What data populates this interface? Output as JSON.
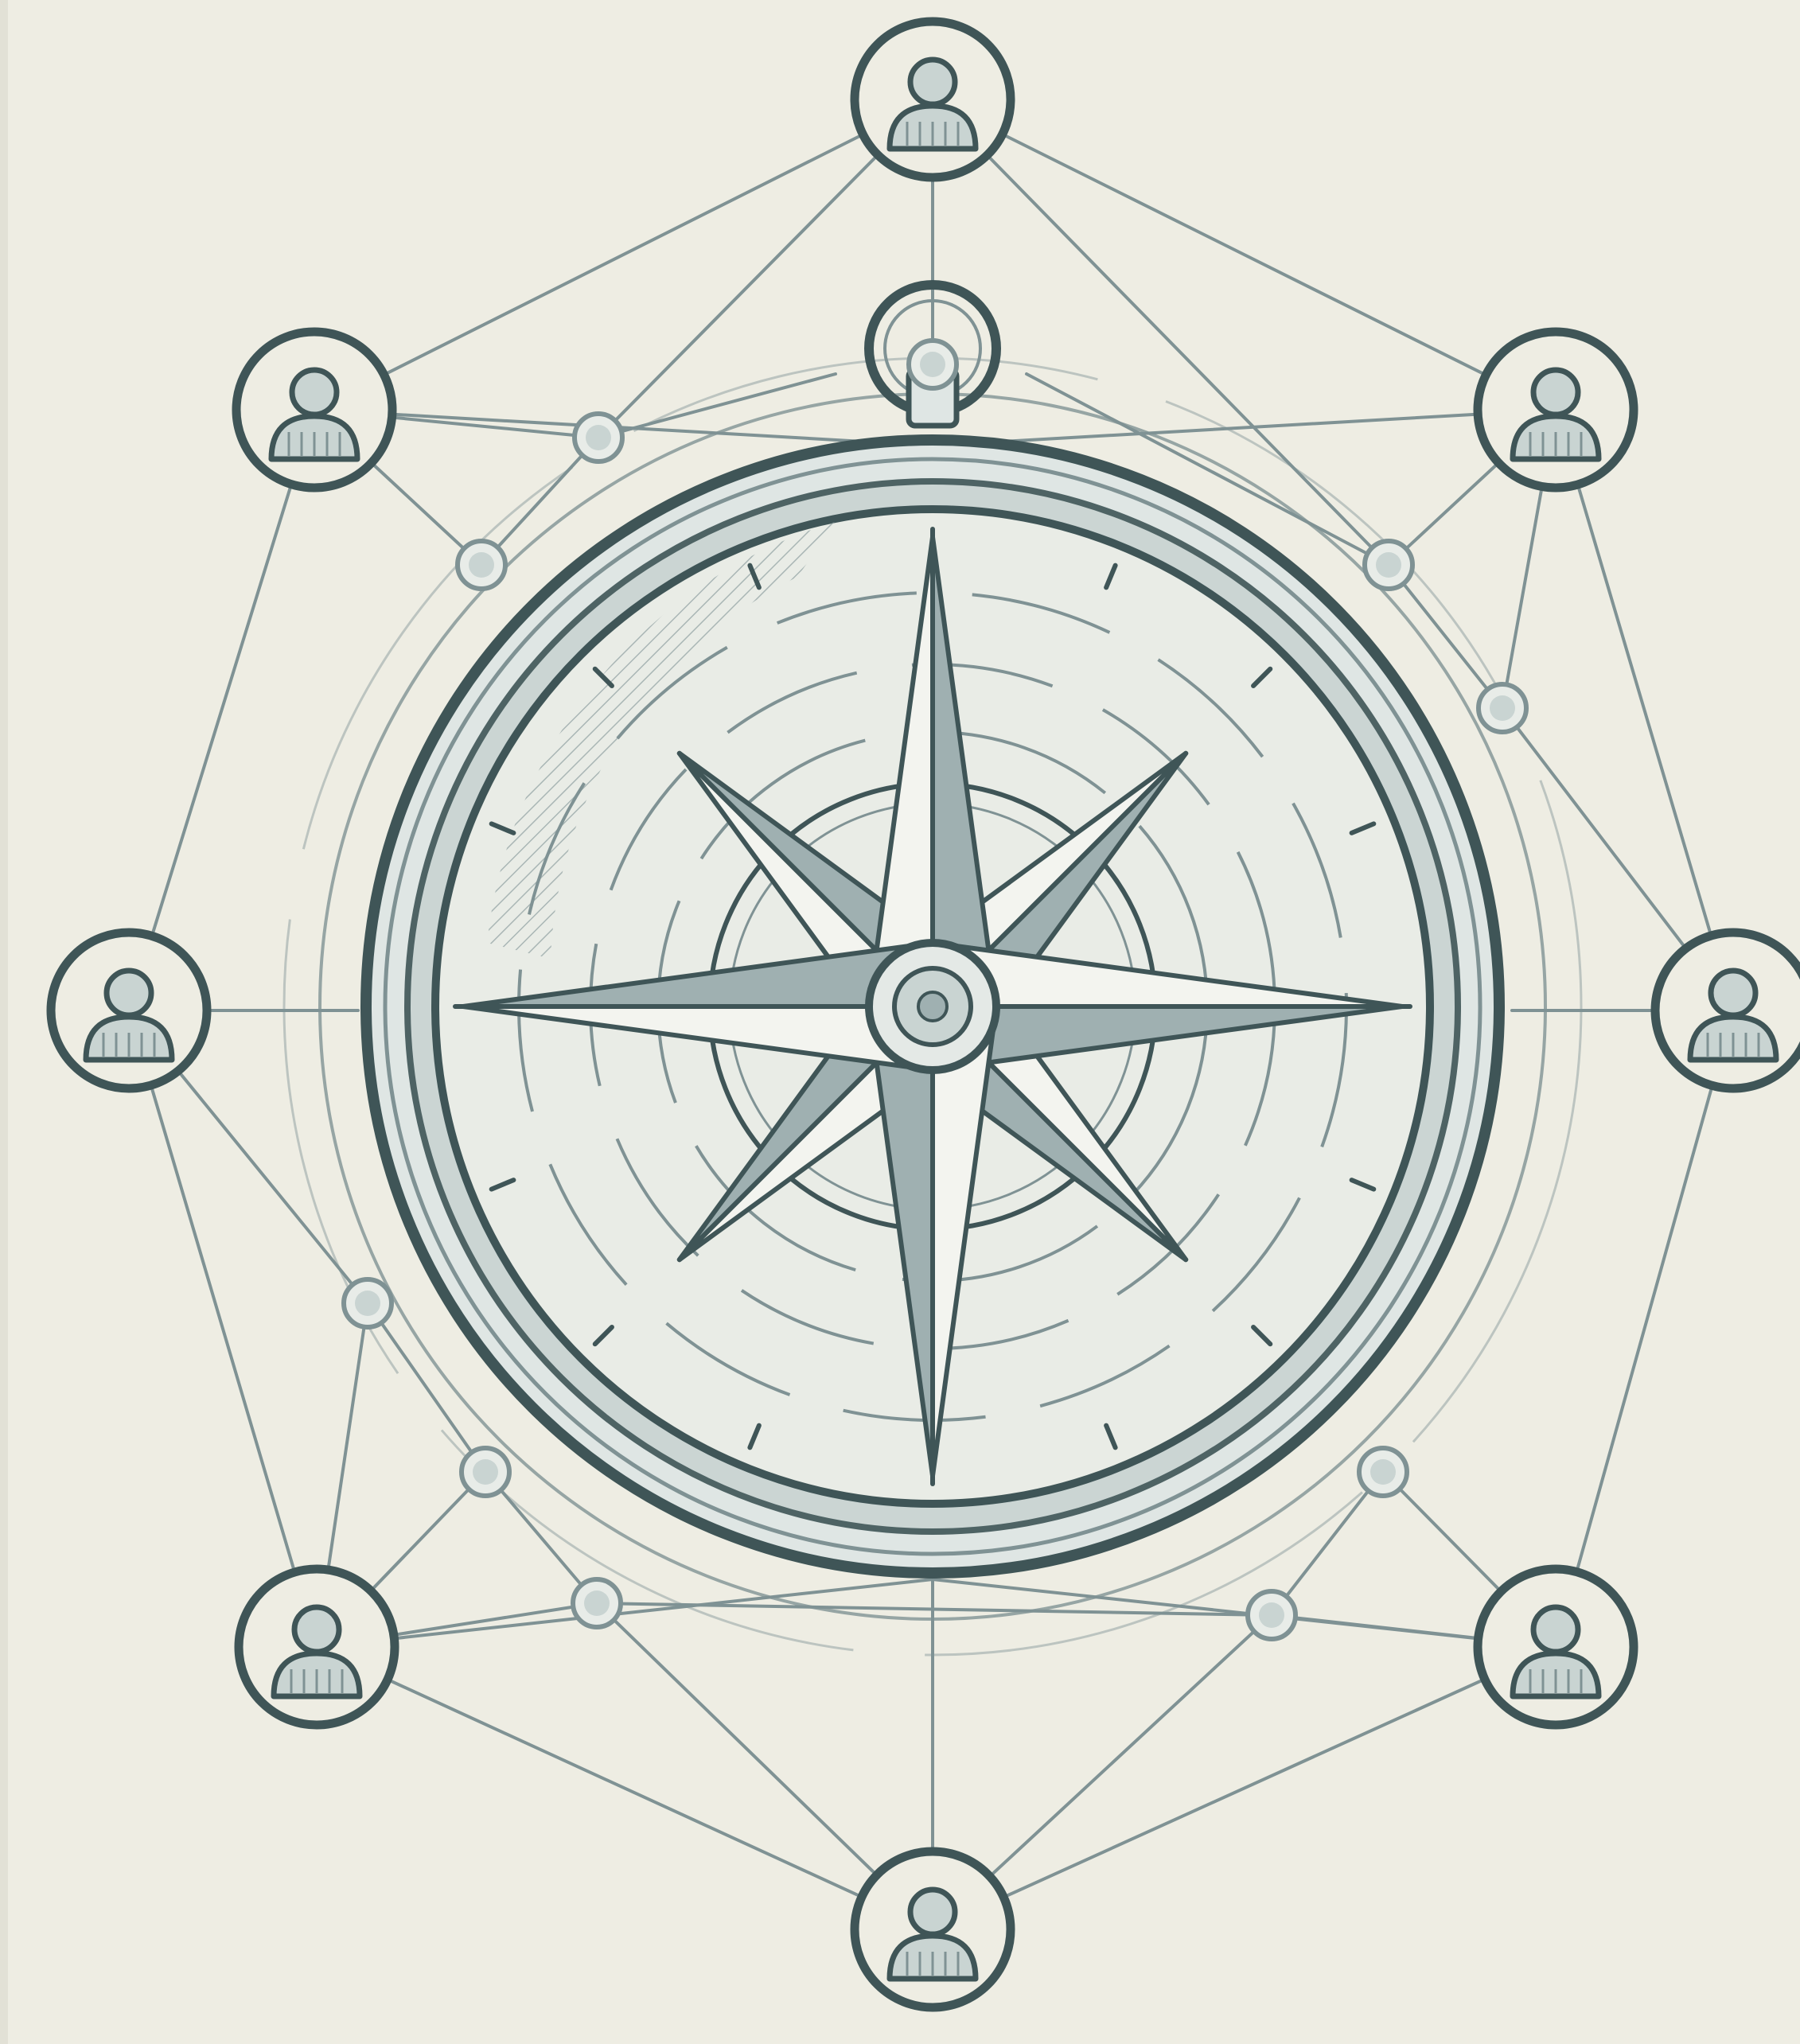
{
  "illustration": {
    "subject": "compass-rose-network",
    "colors": {
      "background": "#eeede3",
      "ink": "#3f5557",
      "ink_light": "#7f9294",
      "fill_light": "#dfe6e4",
      "fill_mid": "#c9d4d2",
      "fill_dark": "#9fb0b1"
    },
    "people_nodes": 8,
    "small_junction_nodes": 10,
    "compass_points": 8,
    "icons": [
      "person-icon",
      "compass-icon",
      "junction-node-icon"
    ]
  }
}
